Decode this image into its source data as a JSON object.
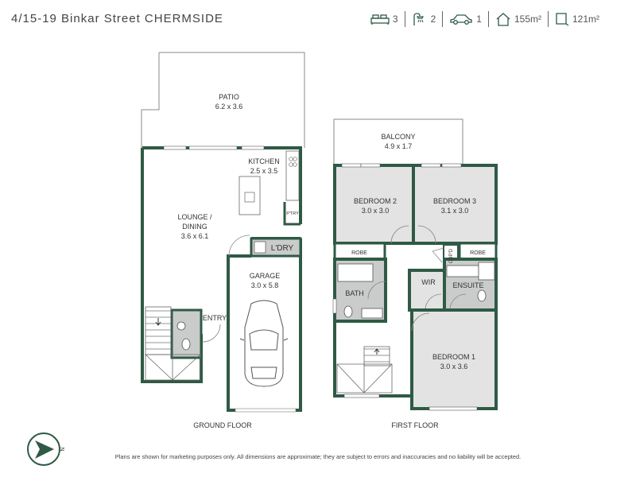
{
  "header": {
    "address": "4/15-19 Binkar Street CHERMSIDE"
  },
  "stats": {
    "bedrooms": "3",
    "bathrooms": "2",
    "car": "1",
    "total_area": "155m²",
    "internal_area": "121m²"
  },
  "rooms": {
    "patio": {
      "name": "PATIO",
      "size": "6.2 x 3.6"
    },
    "kitchen": {
      "name": "KITCHEN",
      "size": "2.5 x 3.5"
    },
    "lounge": {
      "name1": "LOUNGE /",
      "name2": "DINING",
      "size": "3.6 x 6.1"
    },
    "pantry": {
      "name": "P'TRY"
    },
    "laundry": {
      "name": "L'DRY"
    },
    "garage": {
      "name": "GARAGE",
      "size": "3.0 x 5.8"
    },
    "entry": {
      "name": "ENTRY"
    },
    "balcony": {
      "name": "BALCONY",
      "size": "4.9 x 1.7"
    },
    "bedroom2": {
      "name": "BEDROOM 2",
      "size": "3.0 x 3.0"
    },
    "bedroom3": {
      "name": "BEDROOM 3",
      "size": "3.1 x 3.0"
    },
    "robe_left": {
      "name": "ROBE"
    },
    "robe_right": {
      "name": "ROBE"
    },
    "cupboard": {
      "name": "CUP'D"
    },
    "bath": {
      "name": "BATH"
    },
    "wir": {
      "name": "WIR"
    },
    "ensuite": {
      "name": "ENSUITE"
    },
    "bedroom1": {
      "name": "BEDROOM 1",
      "size": "3.0 x 3.6"
    }
  },
  "floors": {
    "ground": "GROUND FLOOR",
    "first": "FIRST FLOOR"
  },
  "compass": {
    "label": "N"
  },
  "footer": {
    "disclaimer": "Plans are shown for marketing purposes only. All dimensions are approximate; they are subject to errors and inaccuracies and no liability will be accepted."
  },
  "colors": {
    "wall": "#2f5a45",
    "room_fill": "#e3e3e3",
    "wet_fill": "#c9ccca",
    "compass": "#2f5a45"
  }
}
